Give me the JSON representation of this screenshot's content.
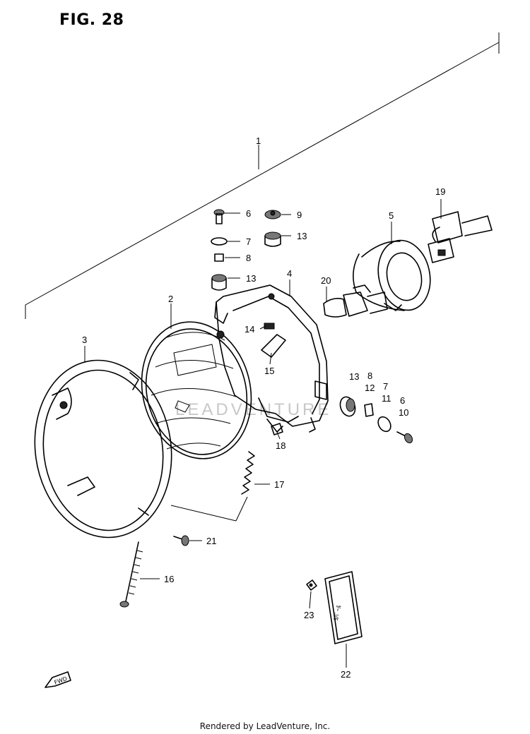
{
  "figure": {
    "title": "FIG. 28",
    "watermark": "LEADVENTURE",
    "footer": "Rendered by LeadVenture, Inc.",
    "fwd_label": "FWD",
    "part_22_label_text": "ﾖﾊﾞｰﾙ"
  },
  "callouts": {
    "c1": "1",
    "c2": "2",
    "c3": "3",
    "c4": "4",
    "c5": "5",
    "c6a": "6",
    "c7a": "7",
    "c8a": "8",
    "c9": "9",
    "c13a": "13",
    "c13b": "13",
    "c14": "14",
    "c15": "15",
    "c19": "19",
    "c20": "20",
    "c13c": "13",
    "c8b": "8",
    "c12": "12",
    "c7b": "7",
    "c11": "11",
    "c6b": "6",
    "c10": "10",
    "c18": "18",
    "c17": "17",
    "c21": "21",
    "c16": "16",
    "c23": "23",
    "c22": "22"
  }
}
